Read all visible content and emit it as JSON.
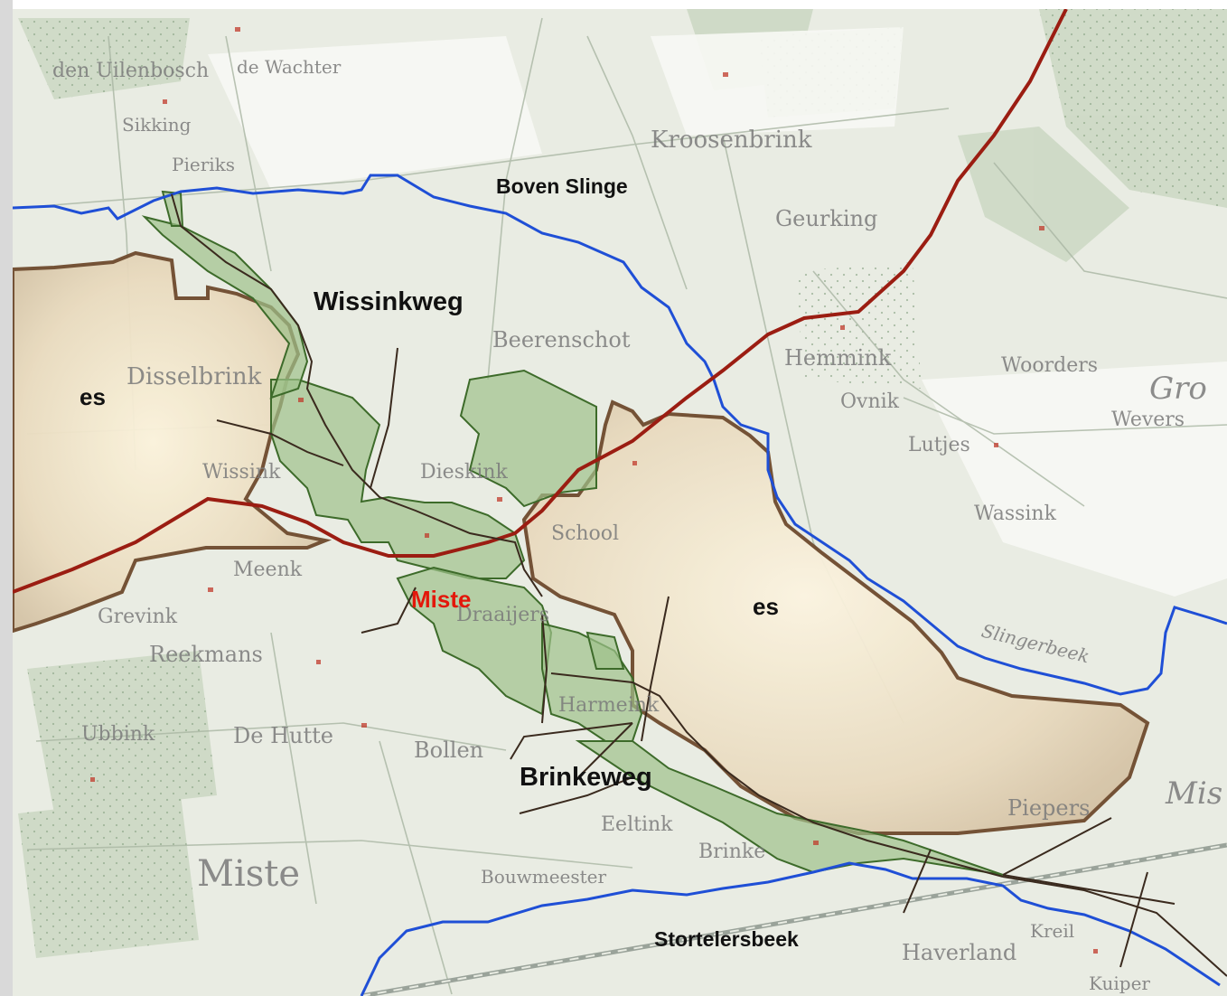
{
  "labels": {
    "boven_slinge": "Boven Slinge",
    "wissinkweg": "Wissinkweg",
    "es_west": "es",
    "es_east": "es",
    "miste_village": "Miste",
    "brinkeweg": "Brinkeweg",
    "stortelersbeek": "Stortelersbeek"
  },
  "historic_names": {
    "uilenbosch": "den Uilenbosch",
    "wachter": "de Wachter",
    "sikking": "Sikking",
    "pieriks": "Pieriks",
    "kroosenbrink": "Kroosenbrink",
    "geurking": "Geurking",
    "beerenschot": "Beerenschot",
    "hemmink": "Hemmink",
    "woorders": "Woorders",
    "gro": "Gro",
    "wevers": "Wevers",
    "ovnik": "Ovnik",
    "lutjes": "Lutjes",
    "disselbrink": "Disselbrink",
    "wissink_w": "Wissink",
    "dieskink": "Dieskink",
    "school": "School",
    "wassink_e": "Wassink",
    "meenk": "Meenk",
    "draaijers": "Draaijers",
    "grevink": "Grevink",
    "reekmans": "Reekmans",
    "slingerbeek": "Slingerbeek",
    "harmeink": "Harmeink",
    "ubbink": "Ubbink",
    "de_hutte": "De Hutte",
    "bollen": "Bollen",
    "piepers": "Piepers",
    "eeltink": "Eeltink",
    "brinke": "Brinke",
    "miste_old": "Miste",
    "bouwmeester": "Bouwmeester",
    "kreil": "Kreil",
    "haverland": "Haverland",
    "kuiper": "Kuiper",
    "mis": "Mis"
  },
  "colors": {
    "stream": "#1f4fd6",
    "main_road": "#9b1d12",
    "es_border": "#6e4a2d",
    "es_fill": "#efe4cf",
    "settlement_fill": "#9ec28a",
    "settlement_border": "#3d6b2a",
    "village_label": "#e3170a",
    "map_base": "#e9ece3"
  }
}
